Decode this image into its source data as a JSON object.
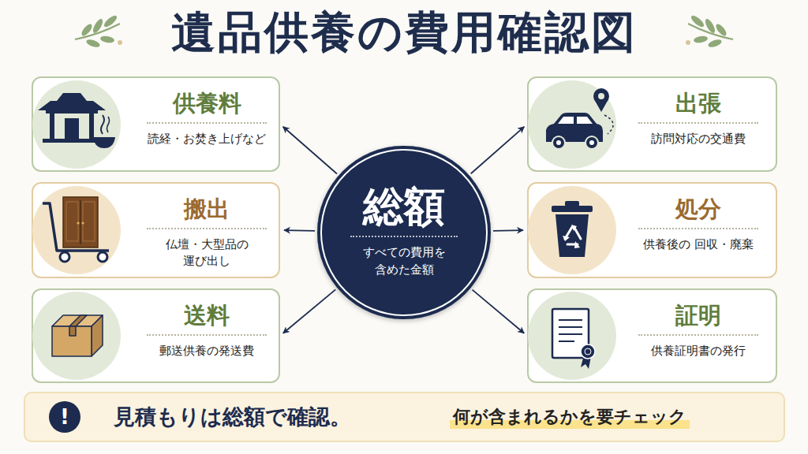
{
  "diagram": {
    "title": "遺品供養の費用確認図",
    "nodes": [
      {
        "text": [
          "供養料",
          "読経・お焚き上げなど"
        ]
      },
      {
        "text": [
          "出張",
          "訪問対応の交通費"
        ]
      },
      {
        "text": [
          "総額",
          "すべての費用を 含めた金額"
        ]
      },
      {
        "text": [
          "搬出",
          "仏壇・大型品の 運び出し"
        ]
      },
      {
        "text": [
          "処分",
          "供養後の 回収・廃棄"
        ]
      },
      {
        "text": [
          "送料",
          "郵送供養の発送費"
        ]
      },
      {
        "text": [
          "証明",
          "供養証明書の発行"
        ]
      },
      {
        "text": [
          "見積もりは総額で確認。",
          "何が含まれるかを要チェック"
        ]
      },
      {
        "text": [
          "!"
        ],
        "in": 7
      }
    ],
    "edges": [
      {
        "from": 2,
        "to": 0,
        "arrow": "to"
      },
      {
        "from": 2,
        "to": 1,
        "arrow": "to"
      },
      {
        "from": 2,
        "to": 3,
        "arrow": "to"
      },
      {
        "from": 2,
        "to": 4,
        "arrow": "to"
      },
      {
        "from": 2,
        "to": 5,
        "arrow": "to"
      },
      {
        "from": 2,
        "to": 6,
        "arrow": "to"
      }
    ]
  }
}
